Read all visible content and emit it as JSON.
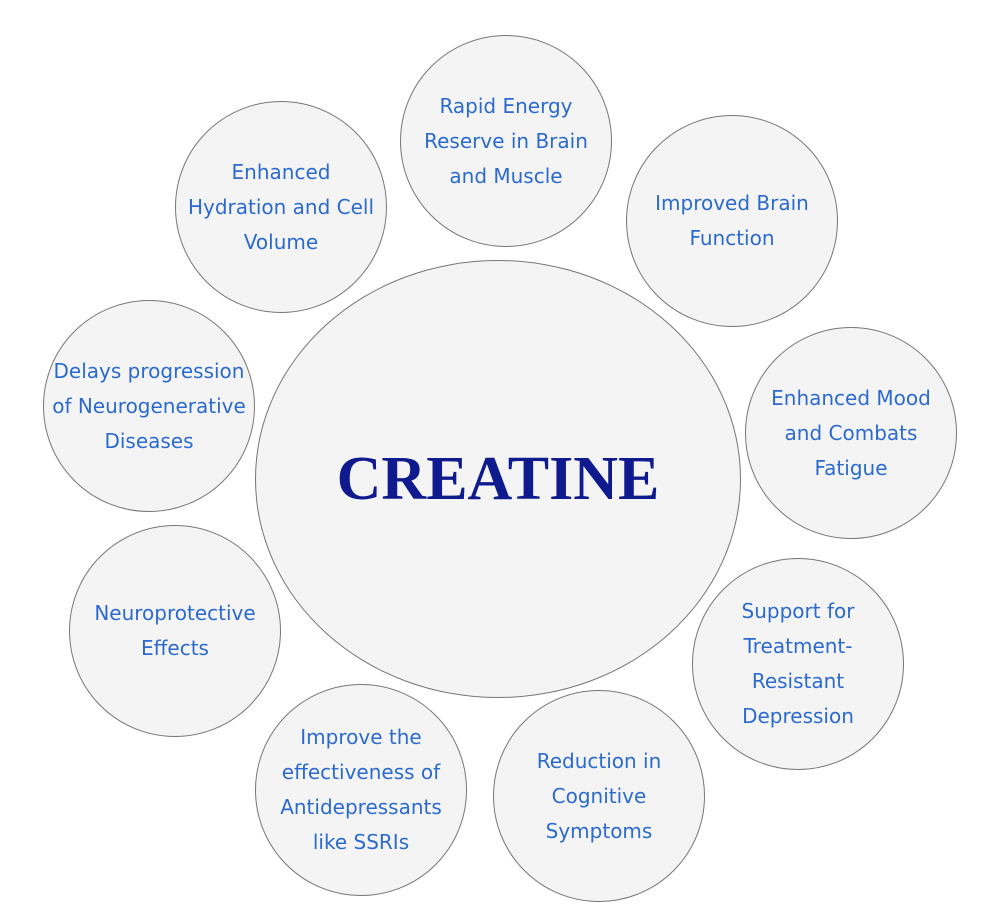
{
  "center": {
    "label": "CREATINE"
  },
  "benefits": [
    {
      "lines": [
        "Rapid Energy",
        "Reserve in Brain",
        "and Muscle"
      ]
    },
    {
      "lines": [
        "Enhanced",
        "Hydration and Cell",
        "Volume"
      ]
    },
    {
      "lines": [
        "Improved Brain",
        "Function"
      ]
    },
    {
      "lines": [
        "Delays progression",
        "of Neurogenerative",
        "Diseases"
      ]
    },
    {
      "lines": [
        "Enhanced Mood",
        "and Combats",
        "Fatigue"
      ]
    },
    {
      "lines": [
        "Neuroprotective",
        "Effects"
      ]
    },
    {
      "lines": [
        "Support for",
        "Treatment-",
        "Resistant",
        "Depression"
      ]
    },
    {
      "lines": [
        "Improve the",
        "effectiveness of",
        "Antidepressants",
        "like SSRIs"
      ]
    },
    {
      "lines": [
        "Reduction in",
        "Cognitive",
        "Symptoms"
      ]
    }
  ]
}
